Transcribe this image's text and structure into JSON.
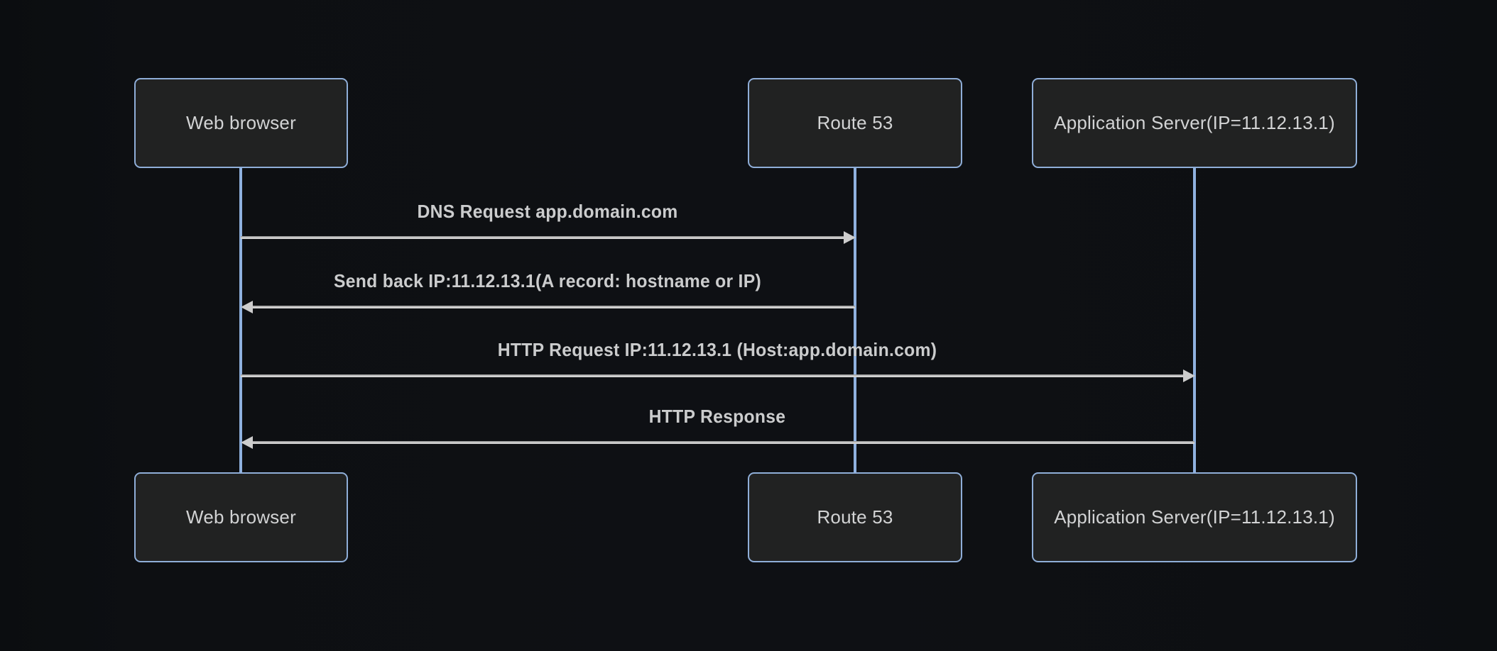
{
  "diagram": {
    "type": "sequence-diagram",
    "actors": [
      {
        "id": "web-browser",
        "label": "Web browser"
      },
      {
        "id": "route-53",
        "label": "Route 53"
      },
      {
        "id": "app-server",
        "label": "Application Server(IP=11.12.13.1)"
      }
    ],
    "messages": [
      {
        "from": "web-browser",
        "to": "route-53",
        "direction": "right",
        "label": "DNS Request app.domain.com",
        "arrow": "solid-filled-head"
      },
      {
        "from": "route-53",
        "to": "web-browser",
        "direction": "left",
        "label": "Send back IP:11.12.13.1(A record: hostname or IP)",
        "arrow": "solid-filled-head"
      },
      {
        "from": "web-browser",
        "to": "app-server",
        "direction": "right",
        "label": "HTTP Request IP:11.12.13.1 (Host:app.domain.com)",
        "arrow": "solid-filled-head"
      },
      {
        "from": "app-server",
        "to": "web-browser",
        "direction": "left",
        "label": "HTTP Response",
        "arrow": "solid-filled-head"
      }
    ],
    "colors": {
      "background": "#0d0f12",
      "actor_box_fill": "#212222",
      "actor_box_border": "#8faed8",
      "lifeline": "#8fb1df",
      "actor_text": "#d2d3d4",
      "message_text": "#cbcccd",
      "arrow_line": "#c6c6c6",
      "arrow_head": "#cdcdcd"
    }
  }
}
